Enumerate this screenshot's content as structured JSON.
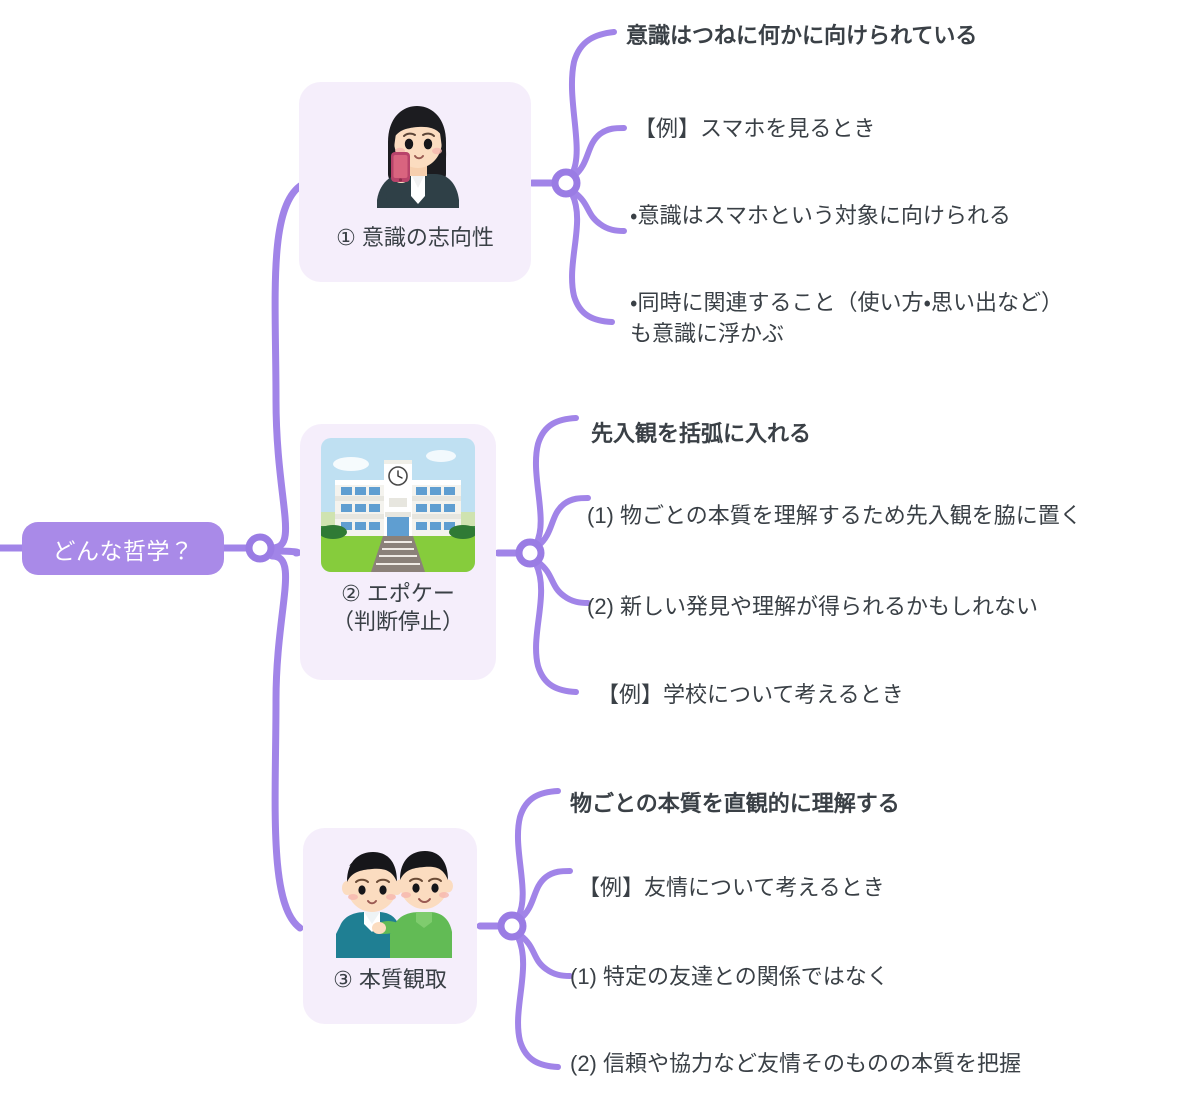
{
  "diagram": {
    "type": "mind-map",
    "title_node": "どんな哲学？",
    "accent_color": "#a184e8",
    "root_color": "#a98ae8",
    "card_color": "#f5eefb",
    "text_color": "#3a4046"
  },
  "root": {
    "label": "どんな哲学？"
  },
  "branches": [
    {
      "id": "branch-1",
      "number": "①",
      "label": "① 意識の志向性",
      "illustration": "woman-with-smartphone-illustration",
      "leaves": [
        {
          "text": "意識はつねに何かに向けられている",
          "bold": true
        },
        {
          "text": "【例】スマホを見るとき",
          "bold": false
        },
        {
          "text": "・意識はスマホという対象に向けられる",
          "bold": false
        },
        {
          "text": "・同時に関連すること（使い方・思い出など）\nも意識に浮かぶ",
          "bold": false
        }
      ]
    },
    {
      "id": "branch-2",
      "number": "②",
      "label": "② エポケー\n（判断停止）",
      "illustration": "school-building-illustration",
      "leaves": [
        {
          "text": "先入観を括弧に入れる",
          "bold": true
        },
        {
          "text": "(1) 物ごとの本質を理解するため先入観を脇に置く",
          "bold": false
        },
        {
          "text": "(2) 新しい発見や理解が得られるかもしれない",
          "bold": false
        },
        {
          "text": "【例】学校について考えるとき",
          "bold": false
        }
      ]
    },
    {
      "id": "branch-3",
      "number": "③",
      "label": "③ 本質観取",
      "illustration": "two-friends-illustration",
      "leaves": [
        {
          "text": "物ごとの本質を直観的に理解する",
          "bold": true
        },
        {
          "text": "【例】友情について考えるとき",
          "bold": false
        },
        {
          "text": "(1) 特定の友達との関係ではなく",
          "bold": false
        },
        {
          "text": "(2) 信頼や協力など友情そのものの本質を把握",
          "bold": false
        }
      ]
    }
  ]
}
